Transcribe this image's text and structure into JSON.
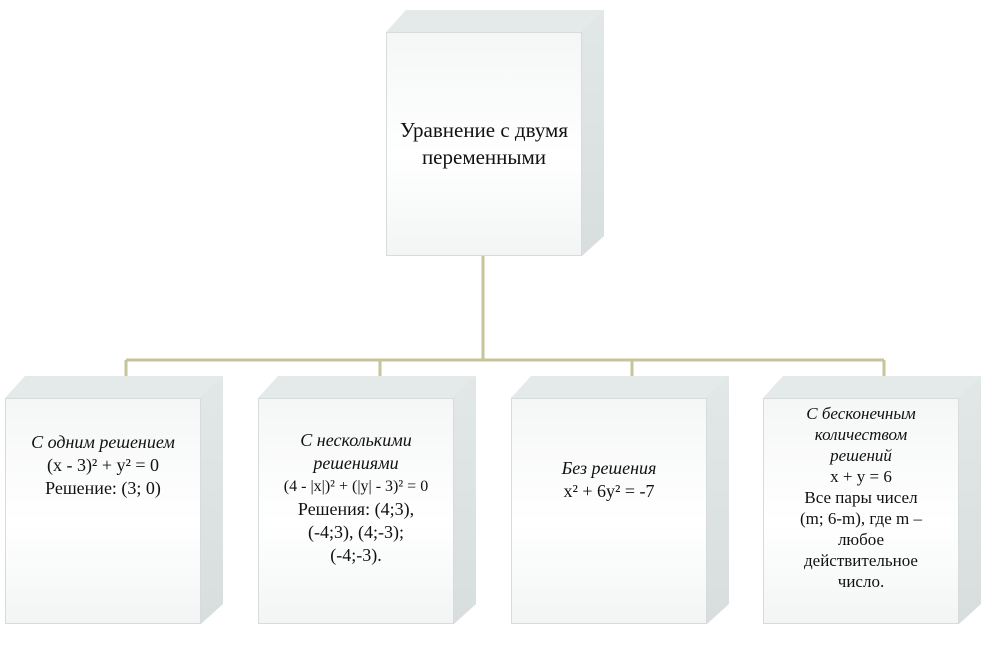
{
  "root": {
    "title": "Уравнение с двумя переменными"
  },
  "leaves": [
    {
      "heading": "С одним решением",
      "equation": "(x - 3)² + y² = 0",
      "lines": [
        "Решение: (3; 0)"
      ]
    },
    {
      "heading": "С несколькими решениями",
      "equation": "(4 - |x|)² + (|y| - 3)² = 0",
      "lines": [
        "Решения: (4;3),",
        "(-4;3), (4;-3);",
        "(-4;-3)."
      ]
    },
    {
      "heading": "Без решения",
      "equation": "x² + 6y² = -7",
      "lines": []
    },
    {
      "heading": "С бесконечным количеством решений",
      "equation": "x + y = 6",
      "lines": [
        "Все пары чисел",
        "(m; 6-m), где m –",
        "любое",
        "действительное",
        "число."
      ]
    }
  ],
  "colors": {
    "connector": "#c6c49a",
    "box_border": "#d6dcdc"
  }
}
